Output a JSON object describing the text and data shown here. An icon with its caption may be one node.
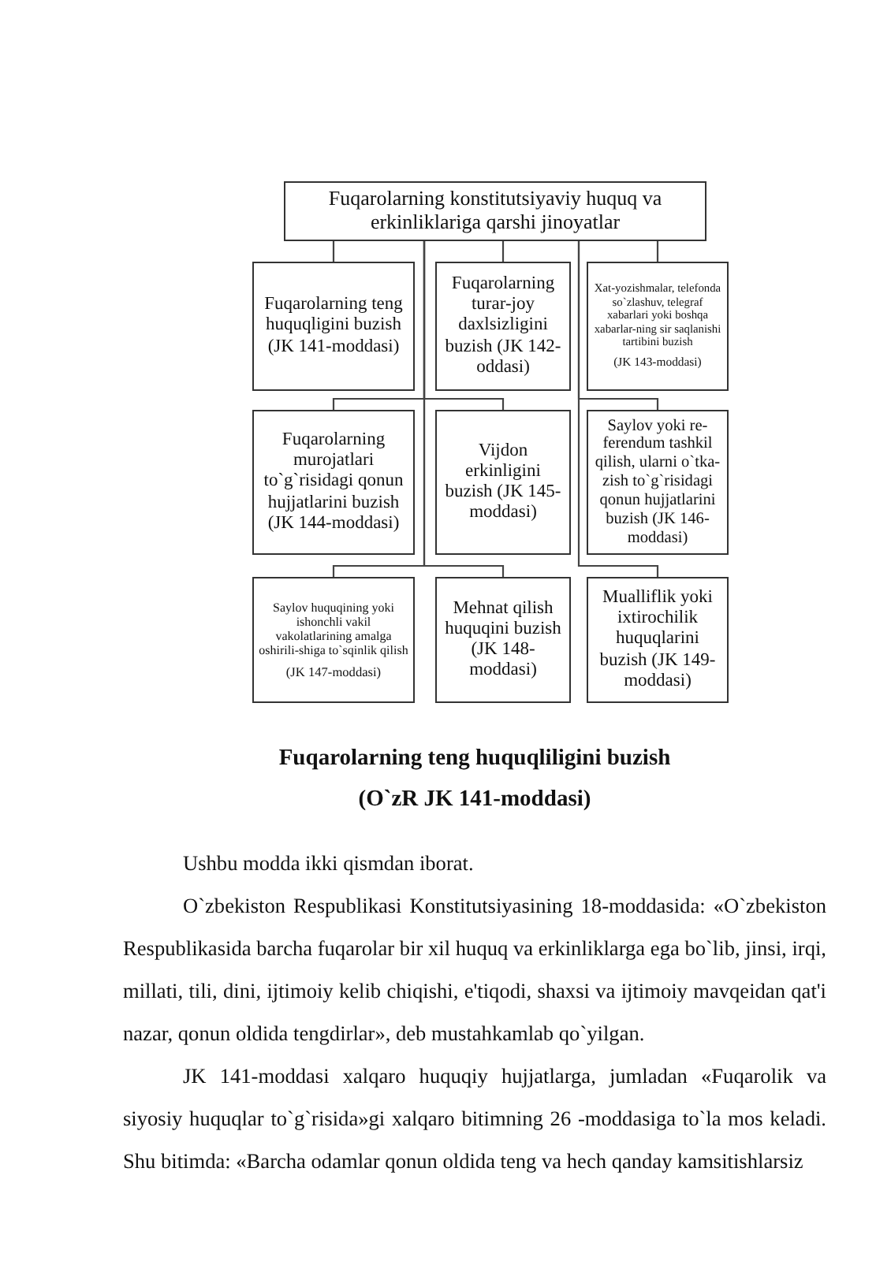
{
  "diagram": {
    "nodes": [
      {
        "text": [
          "Fuqarolarning konstitutsiyaviy huquq va erkinliklariga qarshi jinoyatlar"
        ]
      },
      {
        "text": [
          "Fuqarolarning teng huquqligini buzish (JK 141-moddasi)"
        ]
      },
      {
        "text": [
          "Fuqarolarning turar-joy daxlsizligini buzish (JK 142-oddasi)"
        ]
      },
      {
        "text": [
          "Xat-yozishmalar, telefonda so`zlashuv, telegraf xabarlari yoki boshqa xabarlar-ning sir saqlanishi tartibini buzish",
          "(JK 143-moddasi)"
        ]
      },
      {
        "text": [
          "Fuqarolarning murojatlari to`g`risidagi qonun hujjatlarini buzish (JK 144-moddasi)"
        ]
      },
      {
        "text": [
          "Vijdon erkinligini buzish (JK 145-moddasi)"
        ]
      },
      {
        "text": [
          "Saylov yoki re-ferendum tashkil qilish, ularni o`tka-zish to`g`risidagi qonun hujjatlarini buzish (JK 146-moddasi)"
        ]
      },
      {
        "text": [
          "Saylov huquqining yoki ishonchli vakil vakolatlarining amalga oshirili-shiga to`sqinlik qilish",
          "(JK 147-moddasi)"
        ]
      },
      {
        "text": [
          "Mehnat qilish huquqini buzish (JK 148-moddasi)"
        ]
      },
      {
        "text": [
          "Mualliflik yoki ixtirochilik huquqlarini buzish (JK 149-moddasi)"
        ]
      }
    ],
    "edges": [
      {
        "from": 0,
        "to": 1,
        "arrow": "none"
      },
      {
        "from": 0,
        "to": 2,
        "arrow": "none"
      },
      {
        "from": 0,
        "to": 3,
        "arrow": "none"
      },
      {
        "from": 0,
        "to": 4,
        "arrow": "none"
      },
      {
        "from": 0,
        "to": 5,
        "arrow": "none"
      },
      {
        "from": 0,
        "to": 6,
        "arrow": "none"
      },
      {
        "from": 0,
        "to": 7,
        "arrow": "none"
      },
      {
        "from": 0,
        "to": 8,
        "arrow": "none"
      },
      {
        "from": 0,
        "to": 9,
        "arrow": "none"
      }
    ],
    "labels": [
      "Fuqarolarning teng huquqliligini buzish",
      "(O`zR JK 141-moddasi)",
      "Ushbu modda ikki qismdan iborat.",
      "O`zbekiston Respublikasi Konstitutsiyasining 18-moddasida: «O`zbekiston Respublikasida barcha fuqarolar bir xil huquq va erkinliklarga ega bo`lib, jinsi, irqi, millati, tili, dini, ijtimoiy kelib chiqishi, e'tiqodi, shaxsi va ijtimoiy mavqeidan qat'i nazar, qonun oldida tengdirlar», deb mustahkamlab qo`yilgan.",
      "JK 141-moddasi xalqaro huquqiy hujjatlarga, jumladan «Fuqarolik va siyosiy huquqlar to`g`risida»gi xalqaro bitimning 26 -moddasiga to`la mos keladi. Shu bitimda: «Barcha odamlar qonun oldida teng va hech qanday kamsitishlarsiz"
    ]
  }
}
